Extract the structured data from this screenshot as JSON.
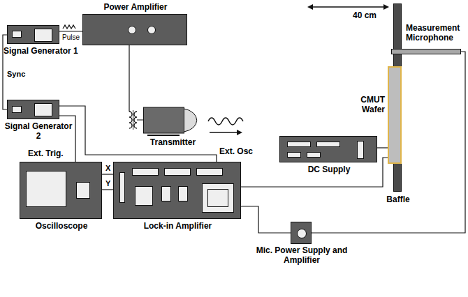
{
  "diagram": {
    "nodes": [
      {
        "text": [
          "Signal Generator 1"
        ]
      },
      {
        "text": [
          "Power Amplifier"
        ]
      },
      {
        "text": [
          "Signal Generator 2"
        ]
      },
      {
        "text": [
          "Transmitter"
        ]
      },
      {
        "text": [
          "Oscilloscope"
        ]
      },
      {
        "text": [
          "Lock-in Amplifier"
        ]
      },
      {
        "text": [
          "DC Supply"
        ]
      },
      {
        "text": [
          "CMUT Wafer"
        ]
      },
      {
        "text": [
          "Baffle"
        ]
      },
      {
        "text": [
          "Measurement Microphone"
        ]
      },
      {
        "text": [
          "Mic. Power Supply and Amplifier"
        ]
      }
    ],
    "edges": [
      {
        "from": 0,
        "to": 1,
        "arrow": "none",
        "label": "Pulse"
      },
      {
        "from": 0,
        "to": 2,
        "arrow": "none",
        "label": "Sync"
      },
      {
        "from": 1,
        "to": 3,
        "arrow": "none"
      },
      {
        "from": 2,
        "to": 5,
        "arrow": "none"
      },
      {
        "from": 2,
        "to": 4,
        "arrow": "none"
      },
      {
        "from": 5,
        "to": 4,
        "arrow": "none",
        "label": "X"
      },
      {
        "from": 5,
        "to": 4,
        "arrow": "none",
        "label": "Y"
      },
      {
        "from": 5,
        "to": 7,
        "arrow": "none"
      },
      {
        "from": 6,
        "to": 7,
        "arrow": "none"
      },
      {
        "from": 5,
        "to": 10,
        "arrow": "none"
      },
      {
        "from": 10,
        "to": 9,
        "arrow": "none"
      }
    ],
    "labels": [
      "40 cm",
      "Ext. Trig.",
      "Ext. Osc"
    ]
  }
}
